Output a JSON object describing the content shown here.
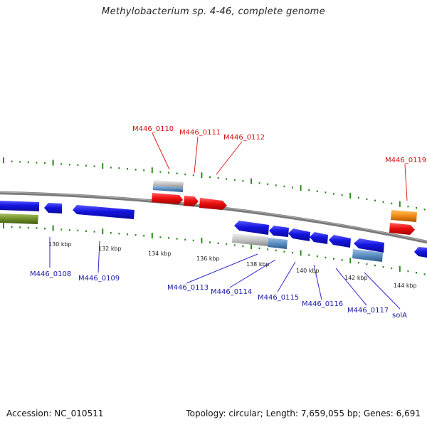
{
  "title": "Methylobacterium sp. 4-46, complete genome",
  "footer": {
    "accession": "Accession: NC_010511",
    "summary": "Topology: circular; Length: 7,659,055 bp; Genes: 6,691"
  },
  "colors": {
    "forward_gene": "#e01010",
    "reverse_gene": "#1212d8",
    "label_forward": "#d01010",
    "label_reverse": "#1a1aa8",
    "backbone": "#8a8a8a",
    "tick": "#2e8b1e",
    "gray_feature": "#c8c8c8",
    "steel_feature": "#5b8fc2",
    "orange_feature": "#f08a14",
    "olive_feature": "#6f8f2a"
  },
  "scale": {
    "unit": "kbp",
    "labels": [
      "130 kbp",
      "132 kbp",
      "134 kbp",
      "136 kbp",
      "138 kbp",
      "140 kbp",
      "142 kbp",
      "144 kbp"
    ]
  },
  "gene_labels": [
    {
      "name": "M446_0110",
      "strand": "forward"
    },
    {
      "name": "M446_0111",
      "strand": "forward"
    },
    {
      "name": "M446_0112",
      "strand": "forward"
    },
    {
      "name": "M446_0119",
      "strand": "forward"
    },
    {
      "name": "M446_0108",
      "strand": "reverse"
    },
    {
      "name": "M446_0109",
      "strand": "reverse"
    },
    {
      "name": "M446_0113",
      "strand": "reverse"
    },
    {
      "name": "M446_0114",
      "strand": "reverse"
    },
    {
      "name": "M446_0115",
      "strand": "reverse"
    },
    {
      "name": "M446_0116",
      "strand": "reverse"
    },
    {
      "name": "M446_0117",
      "strand": "reverse"
    },
    {
      "name": "solA",
      "strand": "reverse"
    }
  ]
}
